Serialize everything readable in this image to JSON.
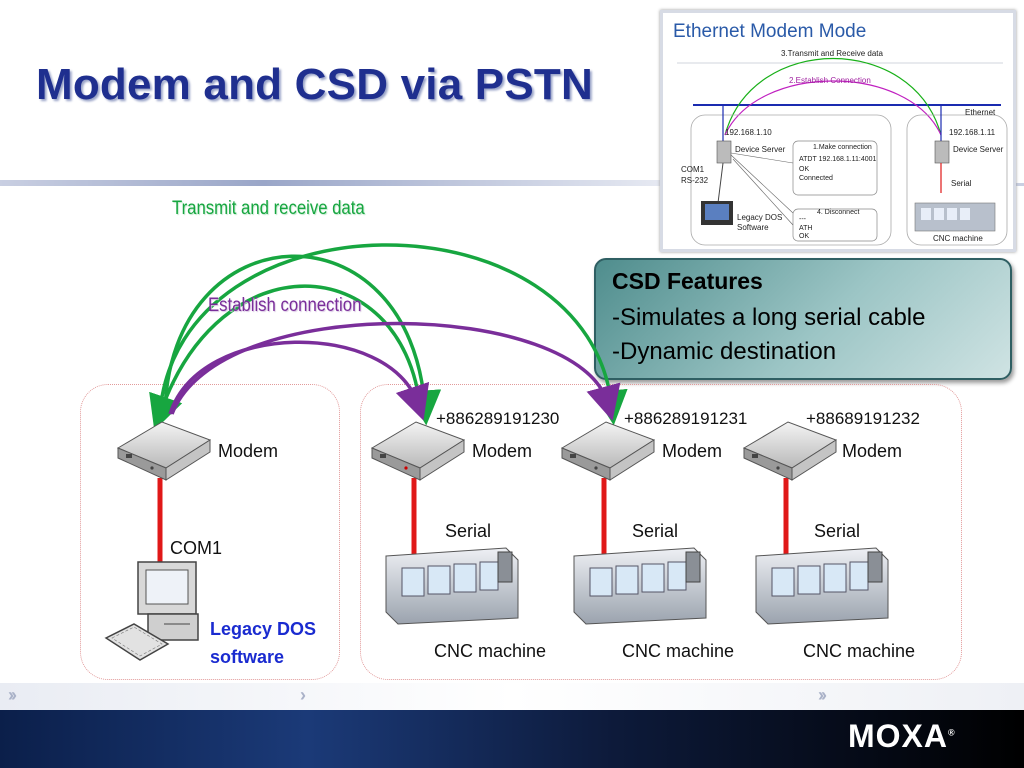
{
  "title": "Modem and CSD via PSTN",
  "arrows": {
    "transmit": "Transmit and receive data",
    "establish": "Establish connection"
  },
  "features": {
    "heading": "CSD Features",
    "items": [
      "-Simulates a long serial cable",
      "-Dynamic destination"
    ]
  },
  "left_site": {
    "modem_label": "Modem",
    "com_label": "COM1",
    "pc_label_line1": "Legacy DOS",
    "pc_label_line2": "software"
  },
  "remote_sites": [
    {
      "phone": "+886289191230",
      "modem_label": "Modem",
      "serial_label": "Serial",
      "machine_label": "CNC machine"
    },
    {
      "phone": "+886289191231",
      "modem_label": "Modem",
      "serial_label": "Serial",
      "machine_label": "CNC machine"
    },
    {
      "phone": "+88689191232",
      "modem_label": "Modem",
      "serial_label": "Serial",
      "machine_label": "CNC machine"
    }
  ],
  "inset": {
    "title": "Ethernet Modem Mode",
    "step3": "3.Transmit and Receive data",
    "step2": "2.Establish Connection",
    "network": "Ethernet",
    "ip_left": "192.168.1.10",
    "ip_right": "192.168.1.11",
    "device_server_left": "Device Server",
    "device_server_right": "Device Server",
    "com": "COM1",
    "rs232": "RS-232",
    "step1": "1.Make connection",
    "at_cmd": "ATDT 192.168.1.11:4001",
    "ok1": "OK",
    "connected": "Connected",
    "legacy1": "Legacy DOS",
    "legacy2": "Software",
    "step4": "4. Disconnect",
    "dashes": "---",
    "ath": "ATH",
    "ok2": "OK",
    "serial": "Serial",
    "cnc": "CNC machine"
  },
  "brand": "MOXA",
  "brand_mark": "®",
  "colors": {
    "title": "#1f2f8f",
    "green_arrow": "#17a640",
    "purple_arrow": "#7a2e9a",
    "serial_line": "#e01818",
    "legacy_text": "#1a2bd0",
    "feature_box": "#4f8d8d"
  }
}
